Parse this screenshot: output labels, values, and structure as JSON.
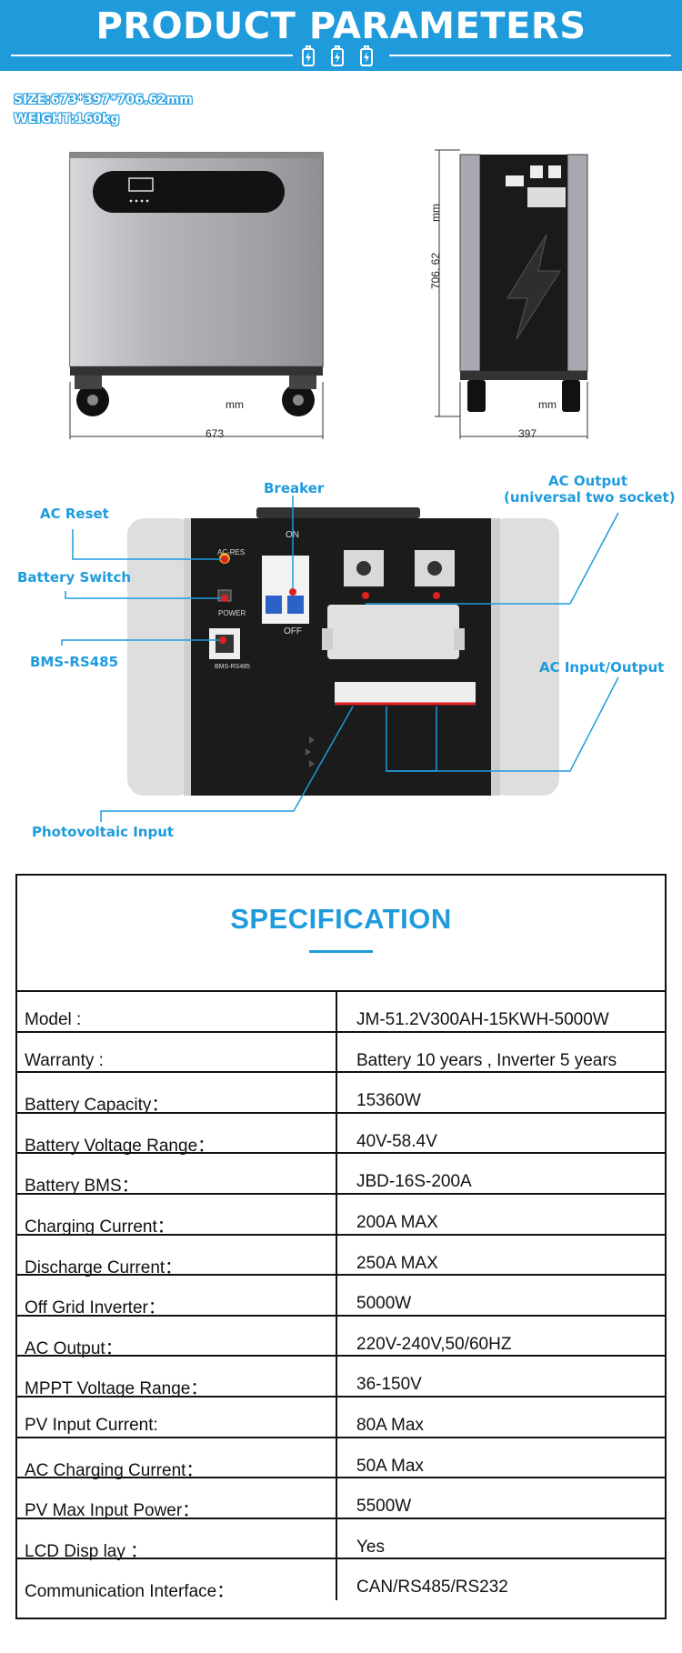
{
  "header": {
    "title": "PRODUCT PARAMETERS"
  },
  "size": {
    "dimensions": "SIZE:673*397*706.62mm",
    "weight": "WEIGHT:160kg"
  },
  "dimensions": {
    "front_width": "673",
    "side_width": "397",
    "height": "706. 62",
    "unit_front": "mm",
    "unit_side": "mm",
    "unit_height": "mm"
  },
  "panel": {
    "labels": {
      "breaker": "Breaker",
      "ac_output_1": "AC Output",
      "ac_output_2": "(universal two socket)",
      "ac_reset": "AC Reset",
      "battery_switch": "Battery Switch",
      "bms": "BMS-RS485",
      "ac_io": "AC Input/Output",
      "pv": "Photovoltaic Input"
    },
    "device_text": {
      "ac_res": "AC-RES",
      "power": "POWER",
      "on": "ON",
      "off": "OFF",
      "bms_port": "BMS-RS485"
    }
  },
  "spec": {
    "title": "SPECIFICATION",
    "rows": [
      {
        "key": "Model :",
        "value": "JM-51.2V300AH-15KWH-5000W"
      },
      {
        "key": "Warranty :",
        "value": "Battery 10 years , Inverter 5 years"
      },
      {
        "key": "Battery Capacity：",
        "value": "15360W"
      },
      {
        "key": "Battery Voltage Range：",
        "value": "40V-58.4V"
      },
      {
        "key": "Battery BMS：",
        "value": "JBD-16S-200A"
      },
      {
        "key": "Charging Current：",
        "value": "200A MAX"
      },
      {
        "key": "Discharge Current：",
        "value": "250A MAX"
      },
      {
        "key": "Off Grid Inverter：",
        "value": "5000W"
      },
      {
        "key": "AC Output：",
        "value": "220V-240V,50/60HZ"
      },
      {
        "key": "MPPT Voltage Range：",
        "value": "36-150V"
      },
      {
        "key": "PV Input Current:",
        "value": "80A Max"
      },
      {
        "key": "AC Charging Current：",
        "value": "50A Max"
      },
      {
        "key": "PV Max Input Power：",
        "value": "5500W"
      },
      {
        "key": "LCD Disp lay ：",
        "value": "Yes"
      },
      {
        "key": "Communication Interface：",
        "value": "CAN/RS485/RS232"
      }
    ]
  },
  "colors": {
    "accent": "#1f9bdc",
    "panel_dark": "#1b1b1b",
    "marker_red": "#e02020"
  }
}
